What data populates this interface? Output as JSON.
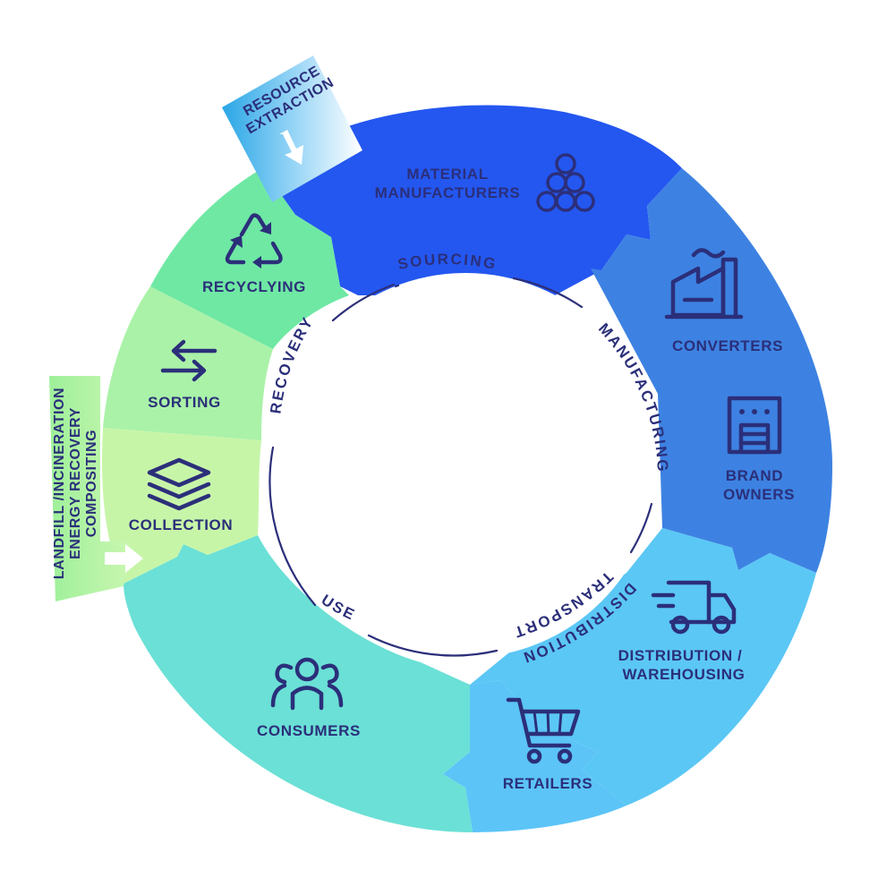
{
  "colors": {
    "material_manufacturers": "#2457f0",
    "converters_brand_owners": "#3d82e2",
    "distribution": "#5bc7f5",
    "retailers": "#5cc4f7",
    "consumers": "#6be0d6",
    "collection": "#c7f5a8",
    "sorting": "#aaf2a8",
    "recycling": "#6fe8a4",
    "text": "#2b2f7a"
  },
  "segments": {
    "material_manufacturers": {
      "line1": "MATERIAL",
      "line2": "MANUFACTURERS",
      "icon": "stacked-pipes-icon"
    },
    "converters": {
      "label": "CONVERTERS",
      "icon": "factory-icon"
    },
    "brand_owners": {
      "line1": "BRAND",
      "line2": "OWNERS",
      "icon": "shop-shutter-icon"
    },
    "distribution": {
      "line1": "DISTRIBUTION /",
      "line2": "WAREHOUSING",
      "icon": "delivery-truck-icon"
    },
    "retailers": {
      "label": "RETAILERS",
      "icon": "shopping-cart-icon"
    },
    "consumers": {
      "label": "CONSUMERS",
      "icon": "people-icon"
    },
    "collection": {
      "label": "COLLECTION",
      "icon": "layers-icon"
    },
    "sorting": {
      "label": "SORTING",
      "icon": "swap-arrows-icon"
    },
    "recycling": {
      "label": "RECYCLYING",
      "icon": "recycle-icon"
    }
  },
  "stages": {
    "sourcing": "SOURCING",
    "manufacturing": "MANUFACTURING",
    "transport": "TRANSPORT",
    "distribution": "DISTRIBUTION",
    "use": "USE",
    "recovery": "RECOVERY"
  },
  "inputs": {
    "resource_extraction": {
      "line1": "RESOURCE",
      "line2": "EXTRACTION"
    },
    "end_of_life": {
      "line1": "LANDFILL /INCINERATION",
      "line2": "ENERGY RECOVERY",
      "line3": "COMPOSITING"
    }
  }
}
